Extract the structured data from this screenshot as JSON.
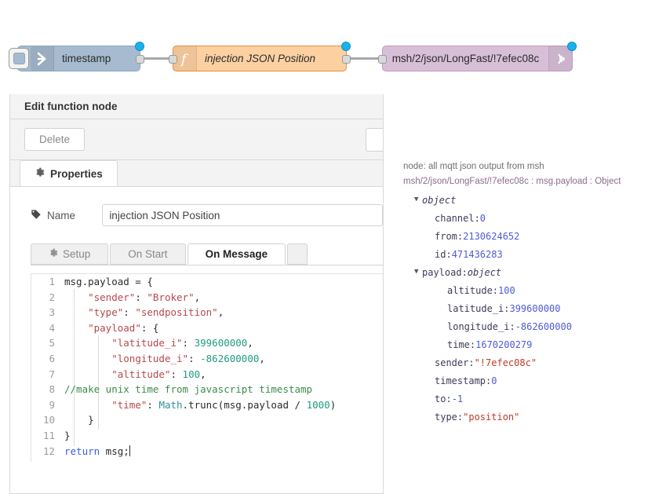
{
  "flow": {
    "nodes": [
      {
        "id": "inject",
        "label": "timestamp",
        "icon": "inject-arrow-icon",
        "color": "#a6bbcf",
        "border": "#8fa6bc"
      },
      {
        "id": "function",
        "label": "injection JSON Position",
        "icon": "function-fx-icon",
        "color": "#fdd0a2",
        "border": "#e08f3c"
      },
      {
        "id": "mqtt",
        "label": "msh/2/json/LongFast/!7efec08c",
        "icon": "mqtt-broadcast-icon",
        "color": "#d8bfd8",
        "border": "#b99cbb"
      }
    ],
    "status_dot_color": "#19b2ee"
  },
  "dialog": {
    "title": "Edit function node",
    "delete_label": "Delete",
    "main_tab": {
      "label": "Properties",
      "icon": "gear-icon"
    },
    "name_field": {
      "label": "Name",
      "icon": "tag-icon",
      "value": "injection JSON Position"
    },
    "sub_tabs": [
      {
        "label": "Setup",
        "icon": "gear-icon",
        "active": false
      },
      {
        "label": "On Start",
        "icon": "",
        "active": false
      },
      {
        "label": "On Message",
        "icon": "",
        "active": true
      }
    ]
  },
  "code": {
    "lines": [
      {
        "n": "1",
        "tokens": [
          {
            "t": "pun",
            "v": "msg.payload = {"
          }
        ]
      },
      {
        "n": "2",
        "tokens": [
          {
            "t": "pun",
            "v": "    "
          },
          {
            "t": "str",
            "v": "\"sender\""
          },
          {
            "t": "pun",
            "v": ": "
          },
          {
            "t": "str",
            "v": "\"Broker\""
          },
          {
            "t": "pun",
            "v": ","
          }
        ]
      },
      {
        "n": "3",
        "tokens": [
          {
            "t": "pun",
            "v": "    "
          },
          {
            "t": "str",
            "v": "\"type\""
          },
          {
            "t": "pun",
            "v": ": "
          },
          {
            "t": "str",
            "v": "\"sendposition\""
          },
          {
            "t": "pun",
            "v": ","
          }
        ]
      },
      {
        "n": "4",
        "tokens": [
          {
            "t": "pun",
            "v": "    "
          },
          {
            "t": "str",
            "v": "\"payload\""
          },
          {
            "t": "pun",
            "v": ": {"
          }
        ]
      },
      {
        "n": "5",
        "tokens": [
          {
            "t": "pun",
            "v": "        "
          },
          {
            "t": "str",
            "v": "\"latitude_i\""
          },
          {
            "t": "pun",
            "v": ": "
          },
          {
            "t": "num",
            "v": "399600000"
          },
          {
            "t": "pun",
            "v": ","
          }
        ]
      },
      {
        "n": "6",
        "tokens": [
          {
            "t": "pun",
            "v": "        "
          },
          {
            "t": "str",
            "v": "\"longitude_i\""
          },
          {
            "t": "pun",
            "v": ": "
          },
          {
            "t": "num",
            "v": "-862600000"
          },
          {
            "t": "pun",
            "v": ","
          }
        ]
      },
      {
        "n": "7",
        "tokens": [
          {
            "t": "pun",
            "v": "        "
          },
          {
            "t": "str",
            "v": "\"altitude\""
          },
          {
            "t": "pun",
            "v": ": "
          },
          {
            "t": "num",
            "v": "100"
          },
          {
            "t": "pun",
            "v": ","
          }
        ]
      },
      {
        "n": "8",
        "tokens": [
          {
            "t": "com",
            "v": "//make unix time from javascript timestamp"
          }
        ]
      },
      {
        "n": "9",
        "tokens": [
          {
            "t": "pun",
            "v": "        "
          },
          {
            "t": "str",
            "v": "\"time\""
          },
          {
            "t": "pun",
            "v": ": "
          },
          {
            "t": "cls",
            "v": "Math"
          },
          {
            "t": "pun",
            "v": ".trunc(msg.payload / "
          },
          {
            "t": "num",
            "v": "1000"
          },
          {
            "t": "pun",
            "v": ")"
          }
        ]
      },
      {
        "n": "10",
        "tokens": [
          {
            "t": "pun",
            "v": "    }"
          }
        ]
      },
      {
        "n": "11",
        "tokens": [
          {
            "t": "pun",
            "v": "}"
          }
        ]
      },
      {
        "n": "12",
        "tokens": [
          {
            "t": "kw",
            "v": "return"
          },
          {
            "t": "pun",
            "v": " msg;"
          }
        ],
        "cursor": true
      }
    ]
  },
  "debug": {
    "node_line": "node: all mqtt json output from msh",
    "topic_line": "msh/2/json/LongFast/!7efec08c : msg.payload : Object",
    "rows": [
      {
        "indent": 1,
        "twisty": "▼",
        "key": "",
        "type": "object",
        "value": "",
        "vclass": ""
      },
      {
        "indent": 2,
        "twisty": "",
        "key": "channel: ",
        "type": "",
        "value": "0",
        "vclass": "num"
      },
      {
        "indent": 2,
        "twisty": "",
        "key": "from: ",
        "type": "",
        "value": "2130624652",
        "vclass": "num"
      },
      {
        "indent": 2,
        "twisty": "",
        "key": "id: ",
        "type": "",
        "value": "471436283",
        "vclass": "num"
      },
      {
        "indent": 1,
        "twisty": "▼",
        "key": "payload: ",
        "type": "object",
        "value": "",
        "vclass": ""
      },
      {
        "indent": 3,
        "twisty": "",
        "key": "altitude: ",
        "type": "",
        "value": "100",
        "vclass": "num"
      },
      {
        "indent": 3,
        "twisty": "",
        "key": "latitude_i: ",
        "type": "",
        "value": "399600000",
        "vclass": "num"
      },
      {
        "indent": 3,
        "twisty": "",
        "key": "longitude_i: ",
        "type": "",
        "value": "-862600000",
        "vclass": "num"
      },
      {
        "indent": 3,
        "twisty": "",
        "key": "time: ",
        "type": "",
        "value": "1670200279",
        "vclass": "num"
      },
      {
        "indent": 2,
        "twisty": "",
        "key": "sender: ",
        "type": "",
        "value": "\"!7efec08c\"",
        "vclass": "str"
      },
      {
        "indent": 2,
        "twisty": "",
        "key": "timestamp: ",
        "type": "",
        "value": "0",
        "vclass": "num"
      },
      {
        "indent": 2,
        "twisty": "",
        "key": "to: ",
        "type": "",
        "value": "-1",
        "vclass": "num"
      },
      {
        "indent": 2,
        "twisty": "",
        "key": "type: ",
        "type": "",
        "value": "\"position\"",
        "vclass": "str"
      }
    ]
  }
}
